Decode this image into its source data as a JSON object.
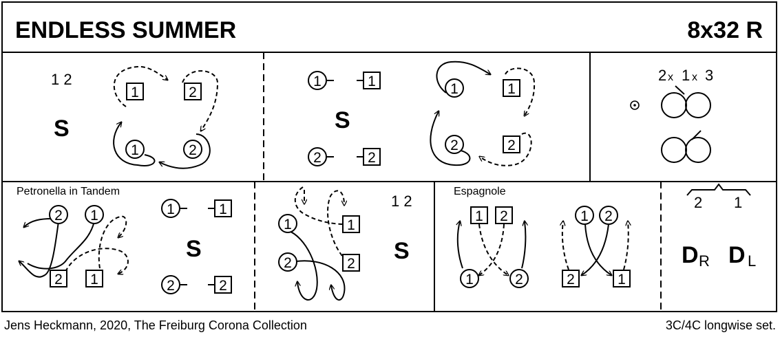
{
  "header": {
    "title": "ENDLESS SUMMER",
    "format": "8x32 R"
  },
  "panel1": {
    "counts": "1 2",
    "symbol": "S"
  },
  "panel2": {
    "symbol": "S"
  },
  "panel3": {
    "first": "2",
    "x1": "x",
    "second": "1",
    "x2": "x",
    "third": "3"
  },
  "panel4": {
    "label": "Petronella in Tandem",
    "symbol": "S"
  },
  "panel5": {
    "counts": "1 2",
    "symbol": "S"
  },
  "panel6": {
    "label": "Espagnole"
  },
  "panel7": {
    "left": "2",
    "right": "1",
    "d": "D",
    "r": "R",
    "l": "L"
  },
  "dancers": {
    "one": "1",
    "two": "2"
  },
  "footer": {
    "credit": "Jens Heckmann, 2020, The Freiburg Corona Collection",
    "set": "3C/4C longwise set."
  }
}
